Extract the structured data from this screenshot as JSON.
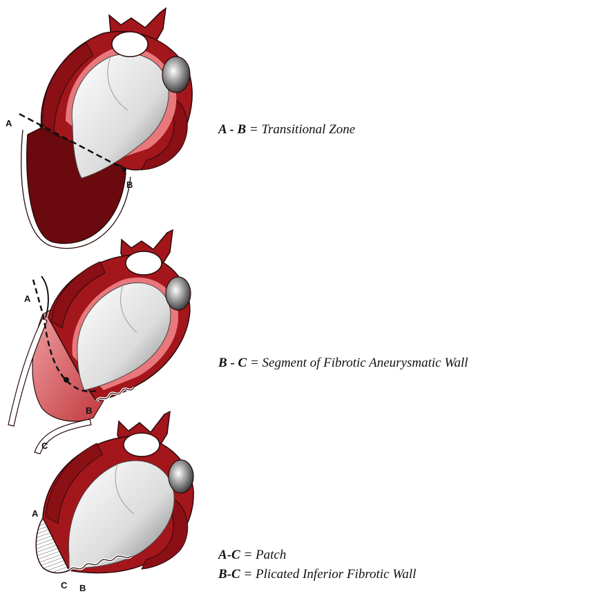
{
  "figures": [
    {
      "labels": {
        "a": "A",
        "b": "B"
      },
      "caption": {
        "start": "A",
        "sep": " - ",
        "end": "B",
        "text": " = Transitional Zone"
      }
    },
    {
      "labels": {
        "a": "A",
        "b": "B",
        "c": "C"
      },
      "caption": {
        "start": "B",
        "sep": " - ",
        "end": "C",
        "text": " = Segment of Fibrotic Aneurysmatic Wall"
      }
    },
    {
      "labels": {
        "a": "A",
        "b": "B",
        "c": "C"
      },
      "captions": [
        {
          "start": "A",
          "sep": "-",
          "end": "C",
          "text": " = Patch"
        },
        {
          "start": "B",
          "sep": "-",
          "end": "C",
          "text": " = Plicated Inferior Fibrotic Wall"
        }
      ]
    }
  ],
  "colors": {
    "muscle": "#a3161c",
    "muscle_dark": "#6b0a0e",
    "cavity_light": "#e8787c",
    "outline": "#2a0a0a",
    "patch_hatch": "#555555"
  }
}
